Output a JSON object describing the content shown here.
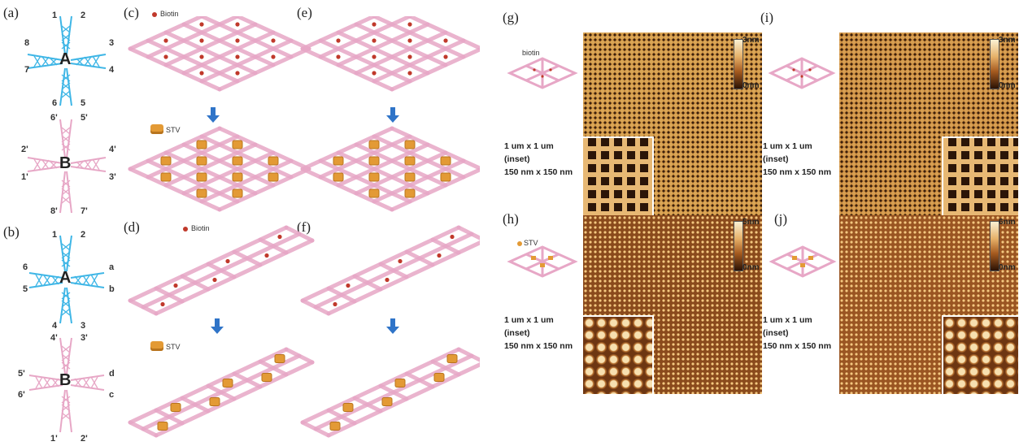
{
  "panel_labels": {
    "a": "(a)",
    "b": "(b)",
    "c": "(c)",
    "d": "(d)",
    "e": "(e)",
    "f": "(f)",
    "g": "(g)",
    "h": "(h)",
    "i": "(i)",
    "j": "(j)"
  },
  "tile_a": {
    "letter_top": "A",
    "letter_bottom": "B",
    "top_arms": [
      "1",
      "2",
      "3",
      "4",
      "5",
      "6",
      "7",
      "8"
    ],
    "bottom_arms": [
      "6'",
      "5'",
      "4'",
      "3'",
      "7'",
      "8'",
      "1'",
      "2'"
    ]
  },
  "tile_b": {
    "letter_top": "A",
    "letter_bottom": "B",
    "top_arms": [
      "1",
      "2",
      "a",
      "b",
      "3",
      "4",
      "5",
      "6"
    ],
    "bottom_arms": [
      "4'",
      "3'",
      "d",
      "c",
      "2'",
      "1'",
      "6'",
      "5'"
    ]
  },
  "legends": {
    "biotin": "Biotin",
    "stv": "STV",
    "biotin_small": "biotin"
  },
  "scan_info": {
    "line1": "1 um x 1 um",
    "line2": "(inset)",
    "line3": "150 nm x 150 nm"
  },
  "colorbars": {
    "g": {
      "top": "3nm",
      "bottom": "0nm"
    },
    "i": {
      "top": "3nm",
      "bottom": "0nm"
    },
    "h": {
      "top": "5nm",
      "bottom": "0nm"
    },
    "j": {
      "top": "6nm",
      "bottom": "0nm"
    }
  },
  "colors": {
    "tile_A": "#3fb6e6",
    "tile_B": "#e7a7c6",
    "arrow": "#2f74c8",
    "biotin_dot": "#c0392b",
    "stv": "#e39a35"
  }
}
